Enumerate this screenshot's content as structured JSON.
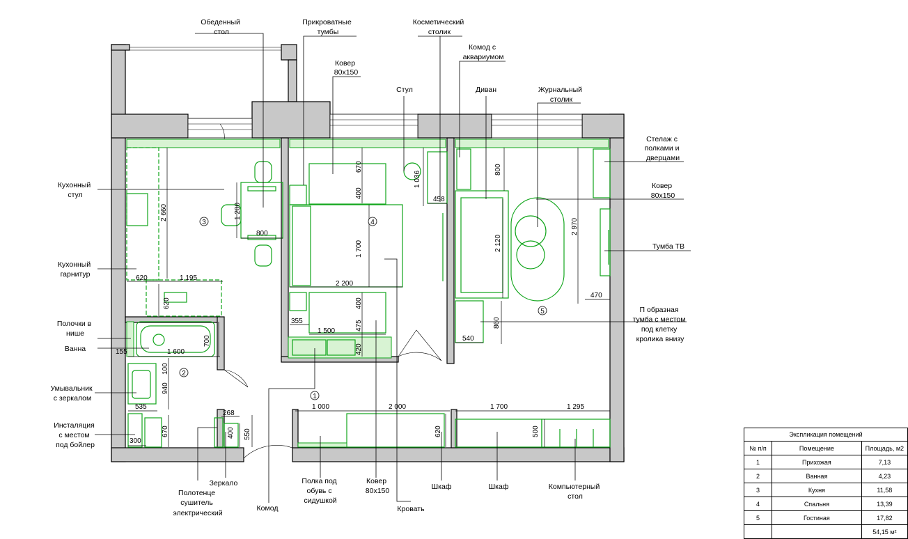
{
  "labels": {
    "dining_table": [
      "Обеденный",
      "стол"
    ],
    "bedside_tables": [
      "Прикроватные",
      "тумбы"
    ],
    "vanity_table": [
      "Косметический",
      "столик"
    ],
    "dresser_aquarium": [
      "Комод с",
      "аквариумом"
    ],
    "rug_bedroom": [
      "Ковер",
      "80х150"
    ],
    "chair": [
      "Стул"
    ],
    "sofa": [
      "Диван"
    ],
    "coffee_table": [
      "Журнальный",
      "столик"
    ],
    "shelving": [
      "Стелаж с",
      "полками и",
      "дверцами"
    ],
    "rug_living": [
      "Ковер",
      "80х150"
    ],
    "tv_stand": [
      "Тумба ТВ"
    ],
    "p_cabinet": [
      "П образная",
      "тумба с  местом",
      "под клетку",
      "кролика внизу"
    ],
    "kitchen_chair": [
      "Кухонный",
      "стул"
    ],
    "kitchen_set": [
      "Кухонный",
      "гарнитур"
    ],
    "niche_shelves": [
      "Полочки в",
      "нише"
    ],
    "bathtub": [
      "Ванна"
    ],
    "washbasin": [
      "Умывальник",
      "с зеркалом"
    ],
    "installation": [
      "Инсталяция",
      "с местом",
      "под бойлер"
    ],
    "towel_dryer": [
      "Полотенце",
      "сушитель",
      "электрический"
    ],
    "mirror": [
      "Зеркало"
    ],
    "dresser": [
      "Комод"
    ],
    "shoe_shelf": [
      "Полка под",
      "обувь с",
      "сидушкой"
    ],
    "rug_hall": [
      "Ковер",
      "80х150"
    ],
    "bed": [
      "Кровать"
    ],
    "wardrobe_1": [
      "Шкаф"
    ],
    "wardrobe_2": [
      "Шкаф"
    ],
    "computer_desk": [
      "Компьютерный",
      "стол"
    ]
  },
  "dimensions": {
    "kitchen_height": "2 660",
    "dining_1200": "1 200",
    "dining_800": "800",
    "k620": "620",
    "k1195": "1 195",
    "k620v": "620",
    "bed_670": "670",
    "bed_400": "400",
    "bed_1700": "1 700",
    "bed_2200": "2 200",
    "bed_400b": "400",
    "bed_475": "475",
    "bed_355": "355",
    "bed_1500": "1 500",
    "bed_420": "420",
    "vanity_1036": "1 036",
    "vanity_458": "458",
    "sofa_800": "800",
    "sofa_2120": "2 120",
    "liv_2970": "2 970",
    "liv_470": "470",
    "liv_860": "860",
    "liv_540": "540",
    "bath_155": "155",
    "bath_1600": "1 600",
    "bath_700": "700",
    "bath_100": "100",
    "bath_940": "940",
    "bath_535": "535",
    "bath_300": "300",
    "bath_670": "670",
    "hall_268": "268",
    "hall_400": "400",
    "hall_550": "550",
    "hall_1000": "1 000",
    "hall_2000": "2 000",
    "hall_620": "620",
    "liv_1700": "1 700",
    "liv_1295": "1 295",
    "liv_500": "500"
  },
  "room_numbers": [
    "1",
    "2",
    "3",
    "4",
    "5"
  ],
  "table": {
    "caption": "Экспликация помещений",
    "headers": [
      "№ п/п",
      "Помещение",
      "Площадь, м2"
    ],
    "rows": [
      {
        "n": "1",
        "room": "Прихожая",
        "area": "7,13"
      },
      {
        "n": "2",
        "room": "Ванная",
        "area": "4,23"
      },
      {
        "n": "3",
        "room": "Кухня",
        "area": "11,58"
      },
      {
        "n": "4",
        "room": "Спальня",
        "area": "13,39"
      },
      {
        "n": "5",
        "room": "Гостиная",
        "area": "17,82"
      }
    ],
    "total": "54,15 м²"
  },
  "colors": {
    "furniture_green": "#11a51b",
    "wall_gray": "#c8c8c8"
  }
}
